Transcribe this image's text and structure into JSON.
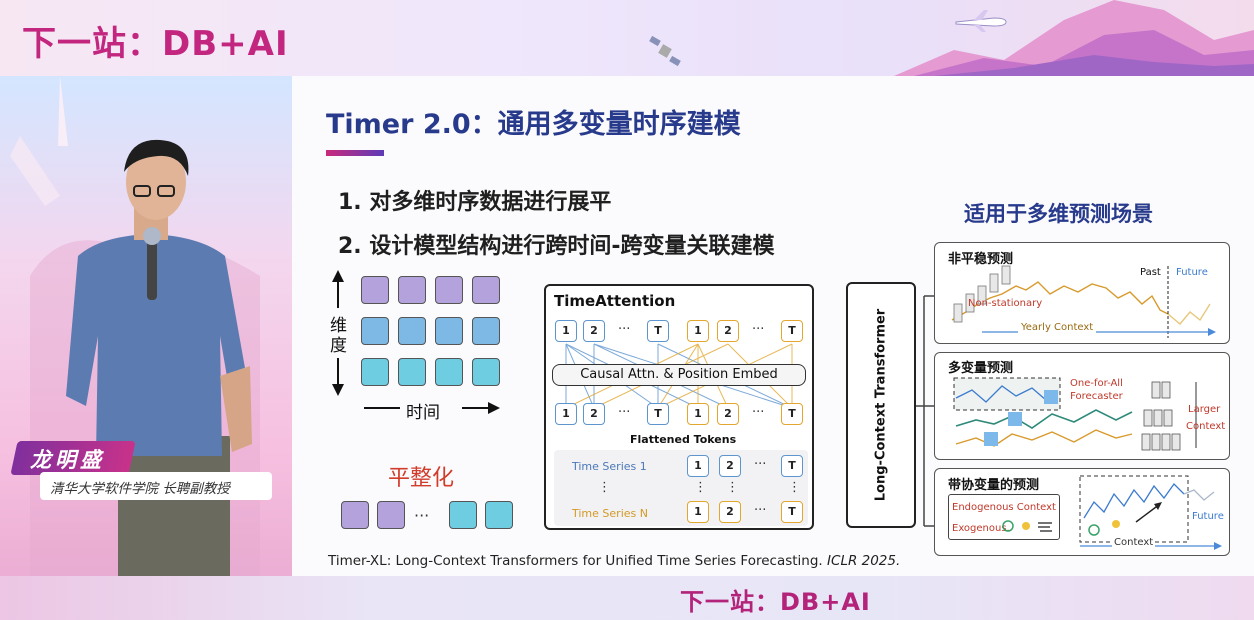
{
  "event": {
    "brand_top": "下一站：DB+AI",
    "brand_bottom": "下一站：DB+AI"
  },
  "speaker": {
    "name": "龙明盛",
    "title": "清华大学软件学院 长聘副教授"
  },
  "slide": {
    "title": "Timer 2.0：通用多变量时序建模",
    "points": [
      "1. 对多维时序数据进行展平",
      "2. 设计模型结构进行跨时间-跨变量关联建模"
    ],
    "right_heading": "适用于多维预测场景",
    "citation_main": "Timer-XL: Long-Context Transformers for Unified Time Series Forecasting.",
    "citation_venue": "ICLR 2025.",
    "grid": {
      "dimension_label": "维度",
      "time_label": "时间",
      "flatten_label": "平整化",
      "ellipsis": "···"
    },
    "time_attention": {
      "title": "TimeAttention",
      "tokens": [
        "1",
        "2",
        "···",
        "T",
        "1",
        "2",
        "···",
        "T"
      ],
      "causal_label": "Causal Attn. & Position Embed",
      "flattened_label": "Flattened Tokens",
      "series_1": "Time Series 1",
      "series_n": "Time Series N",
      "vdots": "⋮"
    },
    "transformer_label": "Long-Context Transformer",
    "panels": {
      "nonstationary": {
        "title": "非平稳预测",
        "past": "Past",
        "future": "Future",
        "nonstationary_label": "Non-stationary",
        "context_label": "Yearly Context"
      },
      "multivariate": {
        "title": "多变量预测",
        "forecaster": "One-for-All\nForecaster",
        "larger": "Larger",
        "context": "Context"
      },
      "covariate": {
        "title": "带协变量的预测",
        "endogenous": "Endogenous Context",
        "exogenous": "Exogenous.",
        "context": "Context",
        "future": "Future"
      }
    }
  },
  "colors": {
    "brand": "#c2267f",
    "title_blue": "#283a8c",
    "token_blue": "#5d95cf",
    "token_yellow": "#e3a72f",
    "flatten_red": "#d23c2b"
  }
}
